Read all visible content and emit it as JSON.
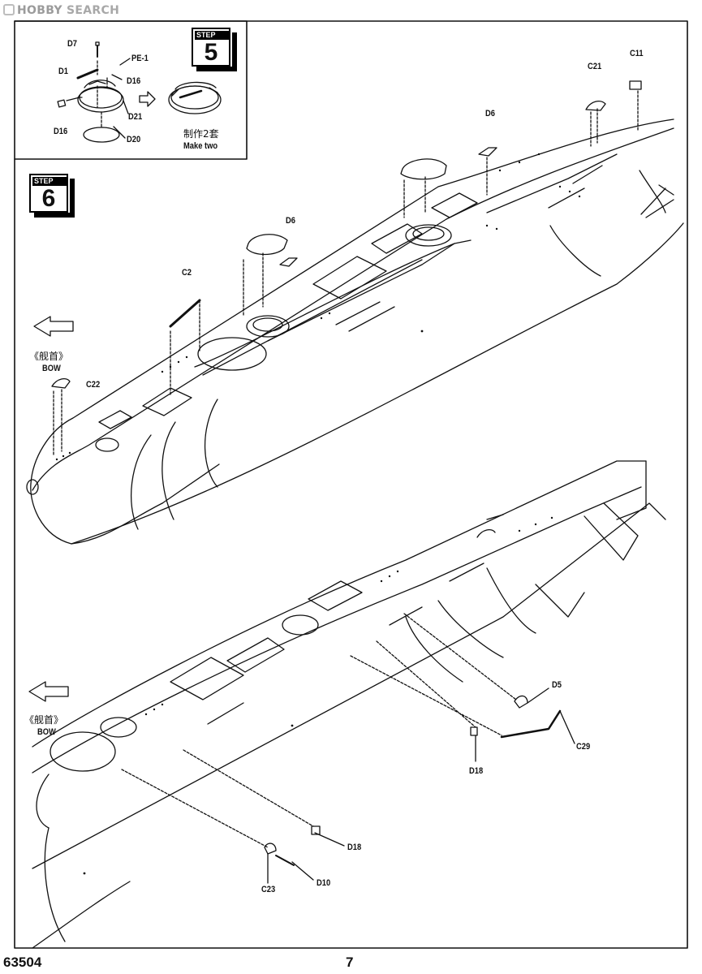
{
  "watermark": {
    "brand": "HOBBY",
    "rest": "SEARCH"
  },
  "step5": {
    "word": "STEP",
    "number": "5",
    "labels": {
      "d7": "D7",
      "d1": "D1",
      "pe1": "PE-1",
      "d16a": "D16",
      "d21": "D21",
      "d16b": "D16",
      "d20": "D20"
    },
    "make_two_cn": "制作2套",
    "make_two_en": "Make two"
  },
  "step6": {
    "word": "STEP",
    "number": "6",
    "upper": {
      "bow_cn": "《舰首》",
      "bow_en": "BOW",
      "labels": {
        "c11": "C11",
        "c21": "C21",
        "d6a": "D6",
        "d6b": "D6",
        "c2": "C2",
        "c22": "C22"
      }
    },
    "lower": {
      "bow_cn": "《舰首》",
      "bow_en": "BOW",
      "labels": {
        "d5": "D5",
        "c29": "C29",
        "d18a": "D18",
        "d18b": "D18",
        "d10": "D10",
        "c23": "C23"
      }
    }
  },
  "footer": {
    "code": "63504",
    "page": "7"
  }
}
